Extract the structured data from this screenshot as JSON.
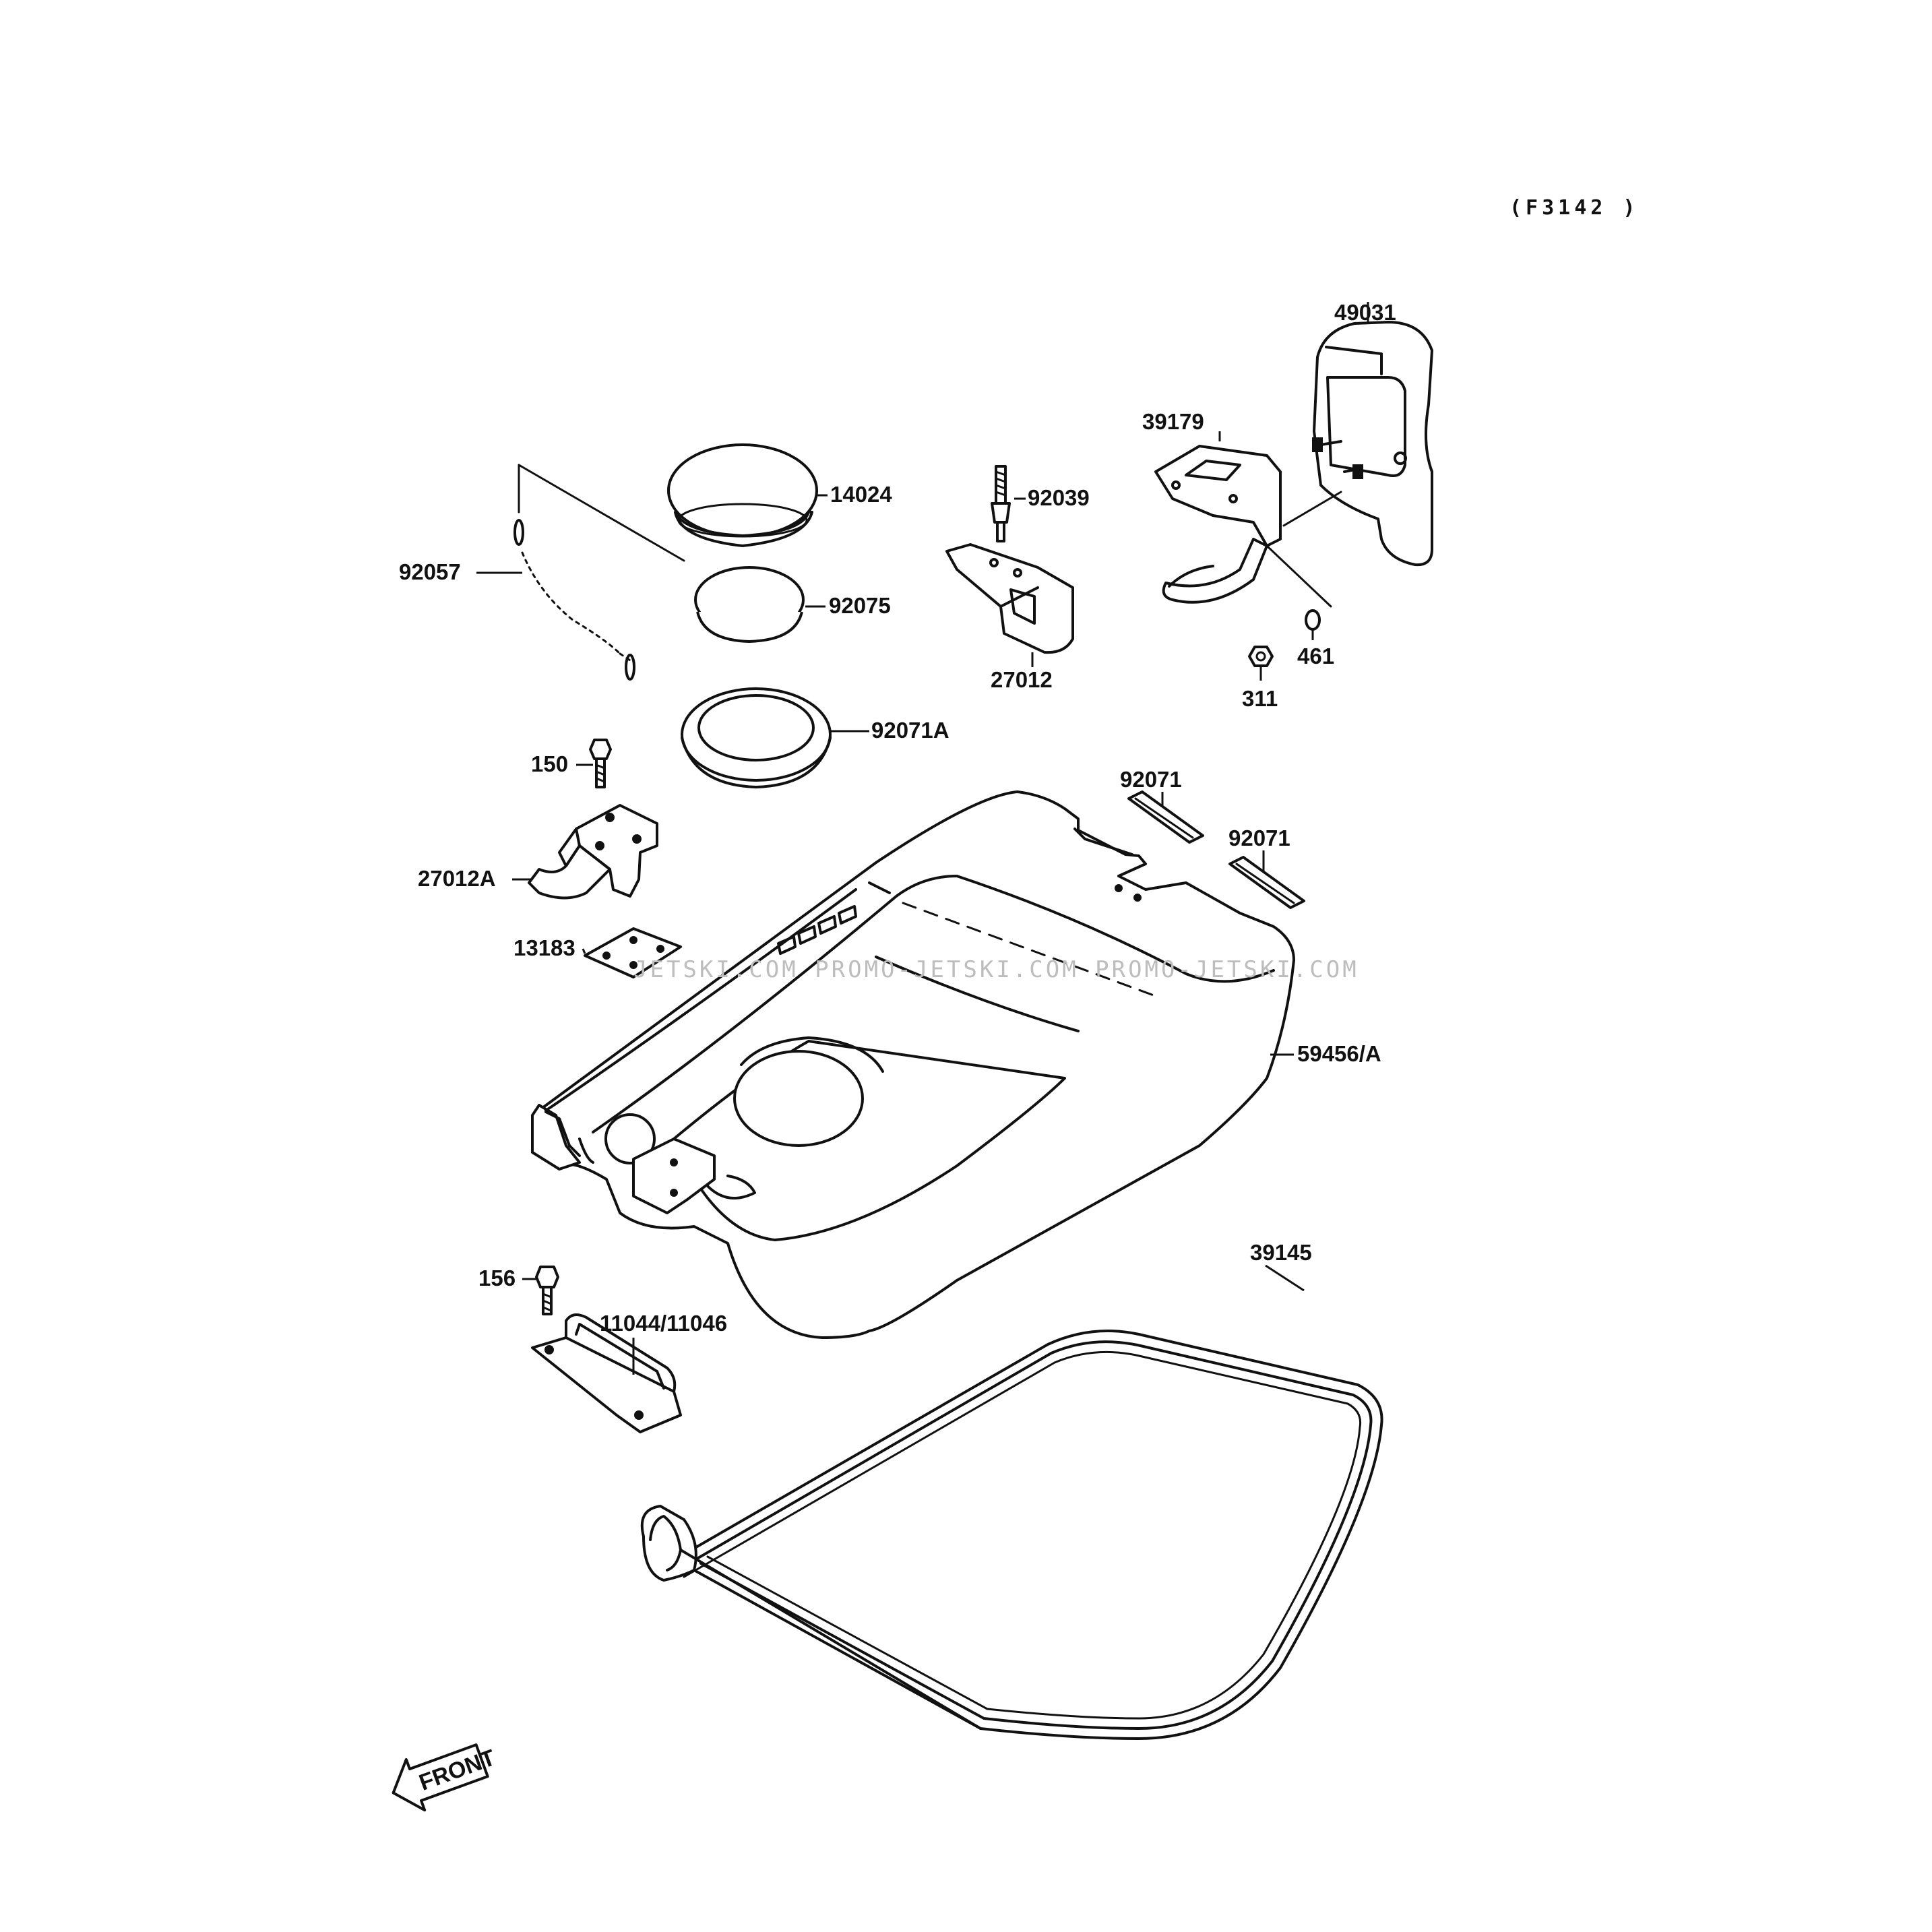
{
  "diagram_code": "(F3142 )",
  "watermark": "JETSKI.COM  PROMO-JETSKI.COM  PROMO-JETSKI.COM",
  "front_label": "FRONT",
  "parts": {
    "p49031": "49031",
    "p39179": "39179",
    "p14024": "14024",
    "p92039": "92039",
    "p92057": "92057",
    "p92075": "92075",
    "p27012": "27012",
    "p461": "461",
    "p311": "311",
    "p92071A": "92071A",
    "p150": "150",
    "p92071a": "92071",
    "p92071b": "92071",
    "p27012A": "27012A",
    "p13183": "13183",
    "p59456A": "59456/A",
    "p39145": "39145",
    "p156": "156",
    "p11044": "11044/11046"
  }
}
